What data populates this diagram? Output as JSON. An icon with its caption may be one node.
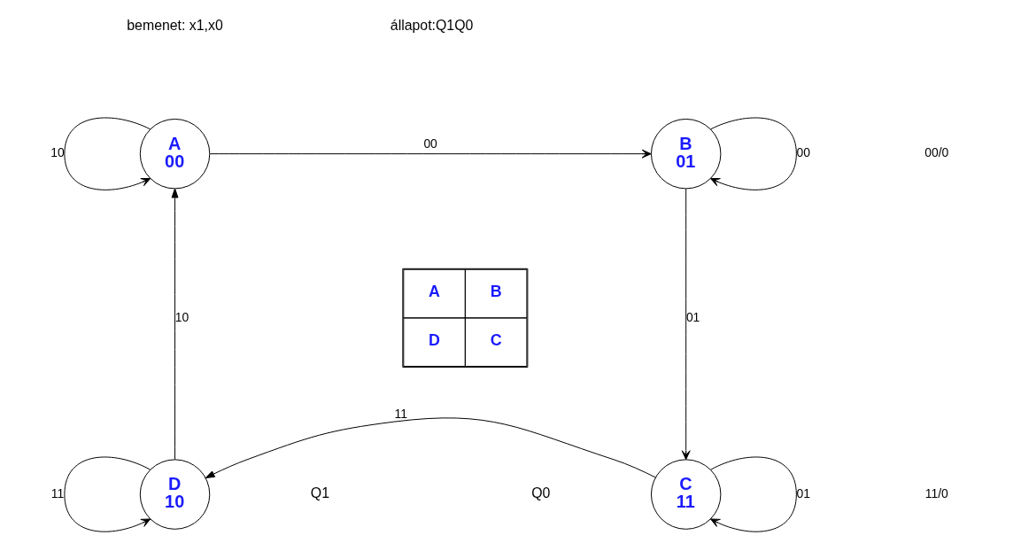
{
  "diagram": {
    "nodes": [
      {
        "text": [
          "A",
          "00"
        ]
      },
      {
        "text": [
          "B",
          "01"
        ]
      },
      {
        "text": [
          "C",
          "11"
        ]
      },
      {
        "text": [
          "D",
          "10"
        ]
      }
    ],
    "edges": [
      {
        "from": 0,
        "to": 0,
        "arrow": "to",
        "label": "10"
      },
      {
        "from": 0,
        "to": 1,
        "arrow": "to",
        "label": "00"
      },
      {
        "from": 1,
        "to": 1,
        "arrow": "to",
        "label": "00"
      },
      {
        "from": 1,
        "to": 2,
        "arrow": "to",
        "label": "01"
      },
      {
        "from": 2,
        "to": 3,
        "arrow": "to",
        "label": "11"
      },
      {
        "from": 2,
        "to": 2,
        "arrow": "to",
        "label": "01"
      },
      {
        "from": 3,
        "to": 0,
        "arrow": "to",
        "label": "10"
      },
      {
        "from": 3,
        "to": 3,
        "arrow": "to",
        "label": "11"
      }
    ],
    "labels": [
      "bemenet: x1,x0",
      "állapot:Q1Q0",
      "00/0",
      "A",
      "B",
      "D",
      "C",
      "11/0",
      "Q1",
      "Q0"
    ]
  }
}
